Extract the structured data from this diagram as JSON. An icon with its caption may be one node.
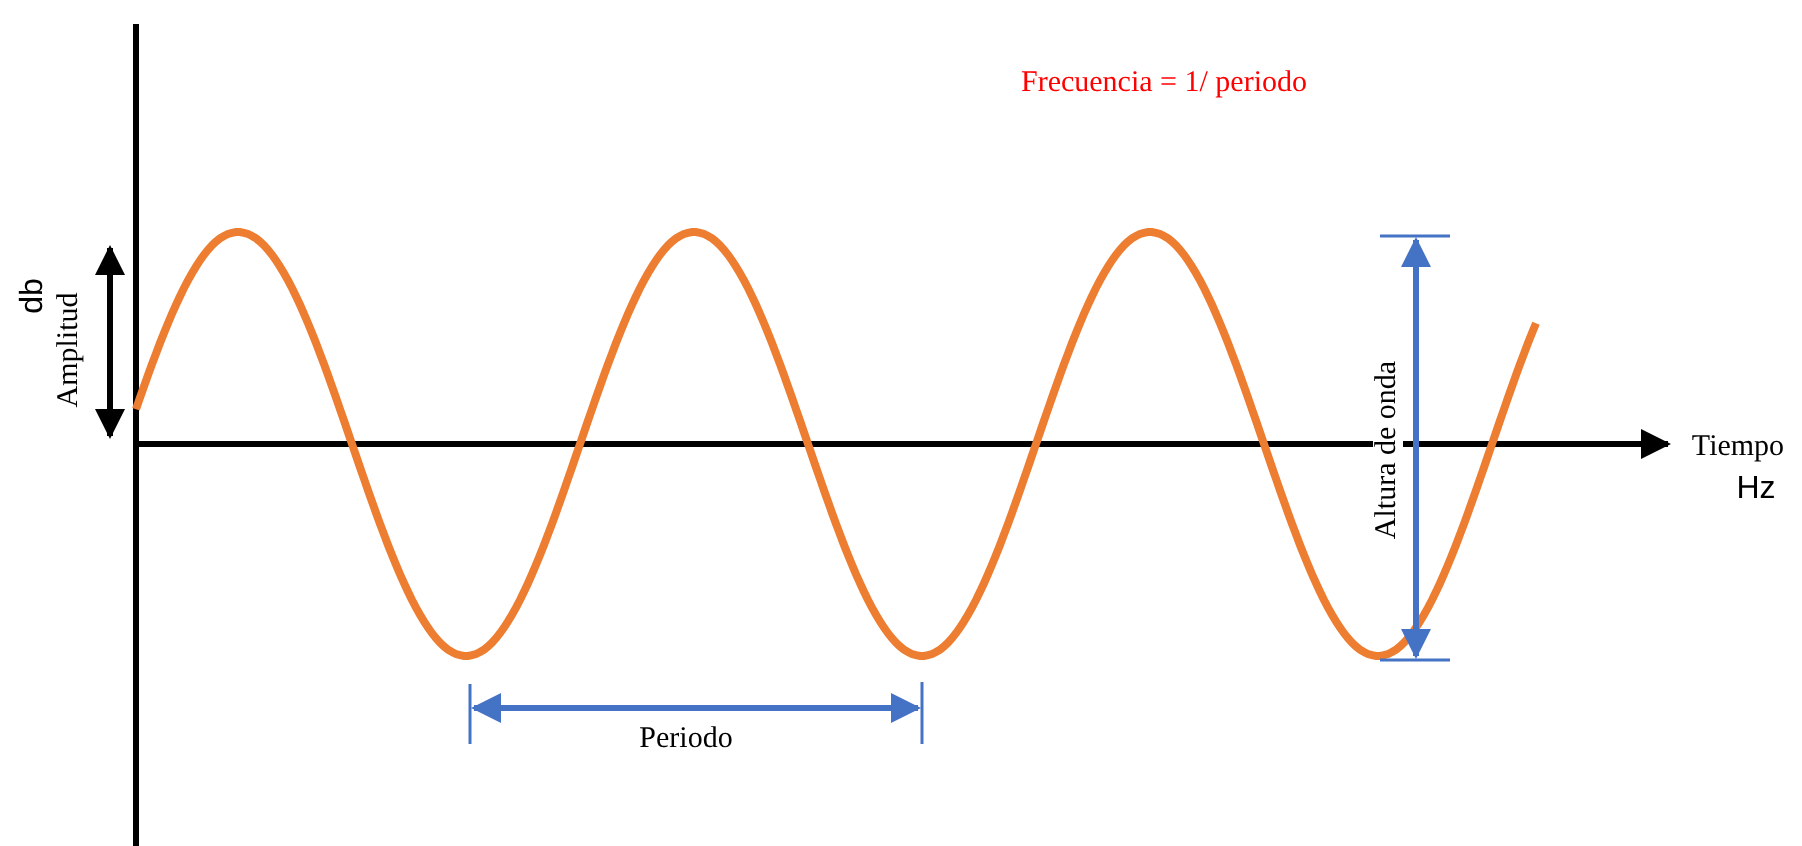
{
  "diagram": {
    "labels": [
      "Frecuencia = 1/ periodo",
      "db",
      "Amplitud",
      "Altura de onda",
      "Tiempo",
      "Hz",
      "Periodo"
    ]
  }
}
